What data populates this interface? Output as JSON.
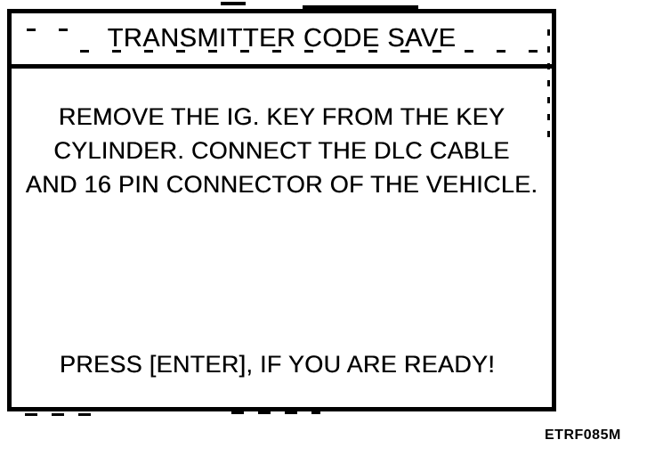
{
  "colors": {
    "ink": "#000000",
    "paper": "#ffffff"
  },
  "screen": {
    "title": "TRANSMITTER CODE SAVE",
    "instructions": [
      "REMOVE THE IG. KEY FROM THE KEY",
      "CYLINDER. CONNECT THE DLC CABLE",
      "AND 16 PIN CONNECTOR OF THE VEHICLE."
    ],
    "prompt": "PRESS [ENTER], IF YOU ARE READY!"
  },
  "figure": {
    "code": "ETRF085M"
  }
}
